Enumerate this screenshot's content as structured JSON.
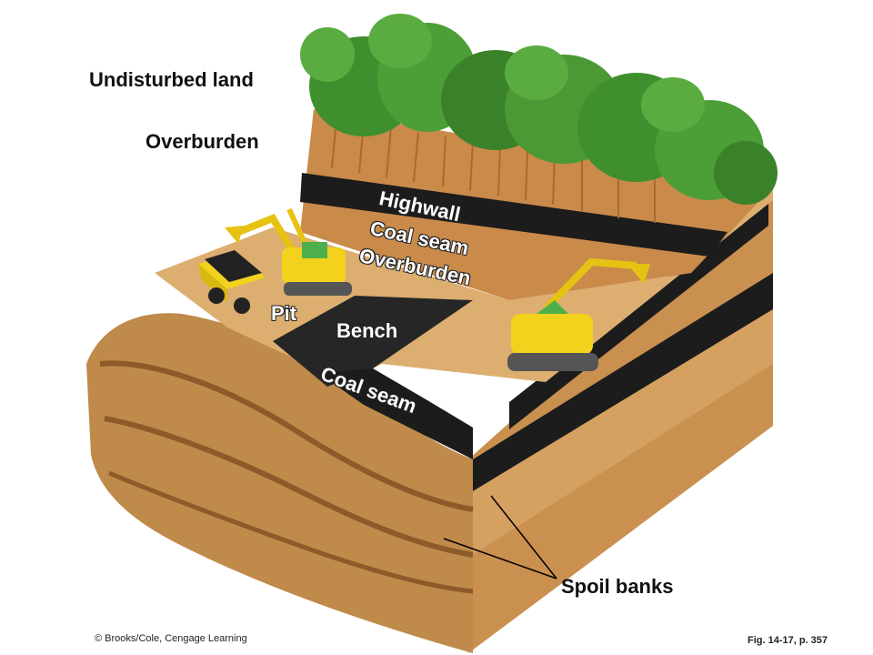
{
  "labels": {
    "undisturbed_land": "Undisturbed land",
    "overburden_top": "Overburden",
    "highwall": "Highwall",
    "coal_seam_upper": "Coal seam",
    "overburden_mid": "Overburden",
    "pit": "Pit",
    "bench": "Bench",
    "coal_seam_lower": "Coal seam",
    "spoil_banks": "Spoil banks"
  },
  "credit": "© Brooks/Cole, Cengage Learning",
  "figure_ref": "Fig. 14-17, p. 357",
  "colors": {
    "soil": "#d9a867",
    "soil_dark": "#a8733c",
    "coal": "#1c1c1c",
    "forest": "#3f8f2e",
    "spoil": "#b07a3e",
    "machine": "#f2d21c"
  }
}
